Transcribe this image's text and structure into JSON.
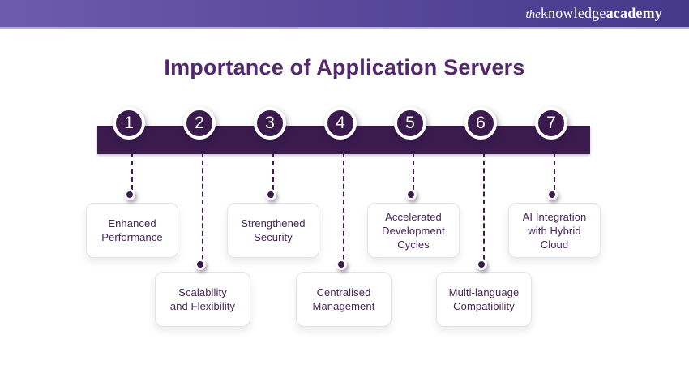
{
  "header": {
    "logo": {
      "the": "the",
      "knowledge": "knowledge",
      "academy": "academy"
    }
  },
  "title": "Importance of Application Servers",
  "colors": {
    "accent_dark": "#3b1b4e",
    "title_purple": "#54286e",
    "card_text": "#46235a",
    "header_gradient_start": "#6c5cad",
    "header_gradient_end": "#46398a",
    "header_bottom_line": "#b7aedd"
  },
  "items": [
    {
      "number": "1",
      "label": "Enhanced\nPerformance"
    },
    {
      "number": "2",
      "label": "Scalability\nand Flexibility"
    },
    {
      "number": "3",
      "label": "Strengthened\nSecurity"
    },
    {
      "number": "4",
      "label": "Centralised\nManagement"
    },
    {
      "number": "5",
      "label": "Accelerated\nDevelopment\nCycles"
    },
    {
      "number": "6",
      "label": "Multi-language\nCompatibility"
    },
    {
      "number": "7",
      "label": "AI Integration\nwith Hybrid\nCloud"
    }
  ]
}
